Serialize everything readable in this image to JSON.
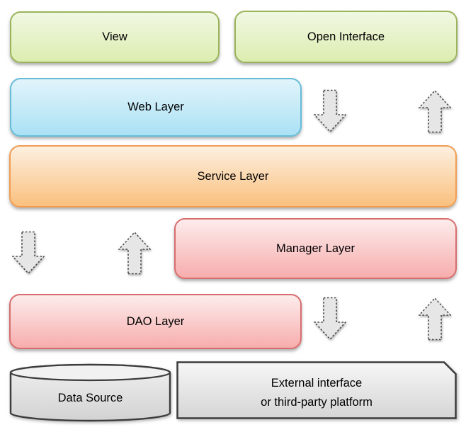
{
  "boxes": {
    "view": {
      "label": "View"
    },
    "open_interface": {
      "label": "Open Interface"
    },
    "web_layer": {
      "label": "Web Layer"
    },
    "service_layer": {
      "label": "Service Layer"
    },
    "manager_layer": {
      "label": "Manager Layer"
    },
    "dao_layer": {
      "label": "DAO Layer"
    },
    "data_source": {
      "label": "Data Source"
    },
    "external_interface": {
      "line1": "External interface",
      "line2": "or third-party platform"
    }
  },
  "colors": {
    "green_fill_top": "#f1f8e3",
    "green_fill_bottom": "#dcedb0",
    "green_border": "#9bb45b",
    "blue_fill_top": "#e2f4fb",
    "blue_fill_bottom": "#aae1f4",
    "blue_border": "#66bcd9",
    "orange_fill_top": "#fdf0e0",
    "orange_fill_bottom": "#fac07e",
    "orange_border": "#f09d52",
    "pink_fill_top": "#fdecec",
    "pink_fill_bottom": "#f7adad",
    "pink_border": "#d76d6e",
    "gray_fill_top": "#f6f6f6",
    "gray_fill_bottom": "#d5d5d5",
    "gray_border": "#3c3c3c",
    "arrow_fill": "#e6e6e6",
    "arrow_border": "#4a4a4a",
    "text": "#000000",
    "background": "#ffffff"
  }
}
